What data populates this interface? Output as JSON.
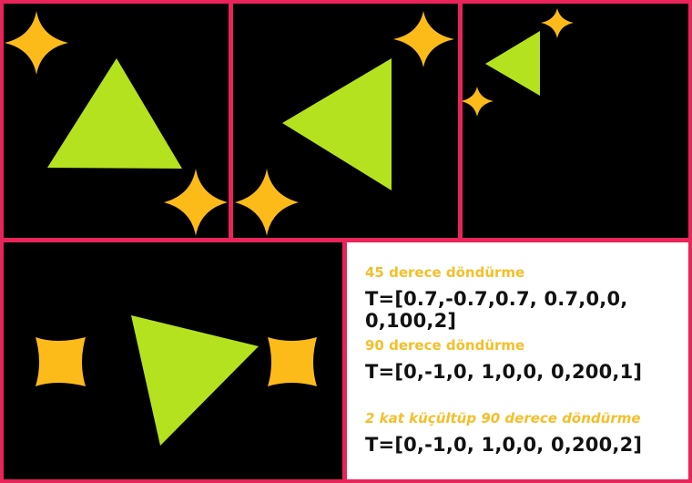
{
  "colors": {
    "border": "#e8245a",
    "triangle": "#b5e21e",
    "star": "#fdbb1a",
    "caption": "#f5bf2a",
    "background": "#000000"
  },
  "panels": [
    {
      "name": "original",
      "icons": [
        "triangle-icon",
        "star-icon",
        "star-icon"
      ]
    },
    {
      "name": "rotate-45",
      "icons": [
        "triangle-icon",
        "star-icon",
        "star-icon"
      ]
    },
    {
      "name": "rotate-90",
      "icons": [
        "triangle-icon",
        "star-icon",
        "star-icon"
      ]
    },
    {
      "name": "scale-rotate",
      "icons": [
        "triangle-icon",
        "star-icon",
        "star-icon"
      ]
    }
  ],
  "transforms": [
    {
      "caption": "45 derece döndürme",
      "matrix": "T=[0.7,-0.7,0.7, 0.7,0,0, 0,100,2]"
    },
    {
      "caption": "90 derece döndürme",
      "matrix": "T=[0,-1,0, 1,0,0, 0,200,1]"
    },
    {
      "caption": "2 kat küçültüp 90 derece döndürme",
      "matrix": "T=[0,-1,0, 1,0,0, 0,200,2]"
    }
  ]
}
